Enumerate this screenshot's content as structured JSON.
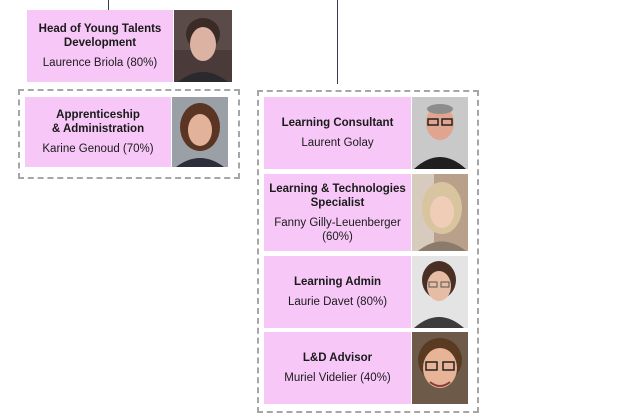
{
  "cards": [
    {
      "title": "Head of Young Talents\nDevelopment",
      "name": "Laurence Briola (80%)"
    },
    {
      "title": "Apprenticeship\n& Administration",
      "name": "Karine Genoud (70%)"
    },
    {
      "title": "Learning Consultant",
      "name": "Laurent Golay"
    },
    {
      "title": "Learning & Technologies\nSpecialist",
      "name": "Fanny Gilly-Leuenberger\n(60%)"
    },
    {
      "title": "Learning Admin",
      "name": "Laurie Davet (80%)"
    },
    {
      "title": "L&D Advisor",
      "name": "Muriel Videlier (40%)"
    }
  ],
  "colors": {
    "card_fill": "#f7c8f7",
    "dashed_border": "#a6a6a6",
    "connector": "#3a3a4a"
  }
}
